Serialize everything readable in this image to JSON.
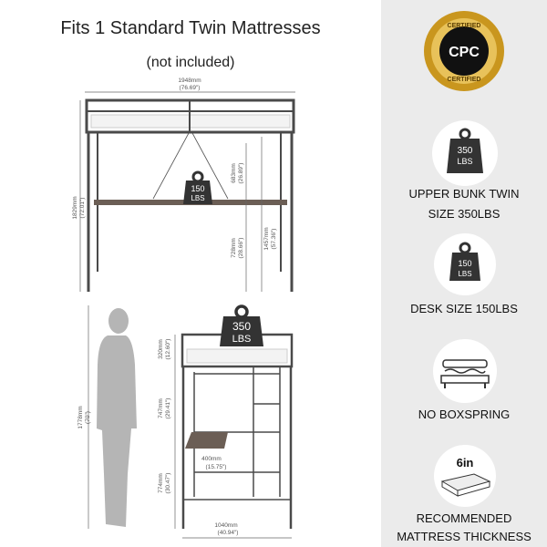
{
  "header": {
    "title": "Fits 1 Standard Twin  Mattresses",
    "subtitle": "(not included)"
  },
  "dimensions": {
    "width_front": "1948mm",
    "width_front_in": "(76.69\")",
    "height_total": "1829mm",
    "height_total_in": "(72.01\")",
    "desk_to_bed": "683mm",
    "desk_to_bed_in": "(26.89\")",
    "desk_height": "728mm",
    "desk_height_in": "(28.66\")",
    "underbed": "1457mm",
    "underbed_in": "(57.36\")",
    "person": "1778mm",
    "person_in": "(70\")",
    "rail": "320mm",
    "rail_in": "(12.60\")",
    "mid": "747mm",
    "mid_in": "(29.41\")",
    "desk_depth": "400mm",
    "desk_depth_in": "(15.75\")",
    "lower": "774mm",
    "lower_in": "(30.47\")",
    "depth": "1040mm",
    "depth_in": "(40.94\")"
  },
  "weights": {
    "desk": {
      "num": "150",
      "unit": "LBS"
    },
    "bunk": {
      "num": "350",
      "unit": "LBS"
    }
  },
  "badge": {
    "top": "CERTIFIED",
    "center": "CPC",
    "bottom": "CERTIFIED"
  },
  "features": [
    {
      "icon": "weight-350-icon",
      "num": "350",
      "unit": "LBS",
      "line1": "UPPER BUNK TWIN",
      "line2": "SIZE 350LBS"
    },
    {
      "icon": "weight-150-icon",
      "num": "150",
      "unit": "LBS",
      "line1": "DESK SIZE 150LBS"
    },
    {
      "icon": "boxspring-icon",
      "line1": "NO BOXSPRING"
    },
    {
      "icon": "mattress-icon",
      "num": "6in",
      "line1": "RECOMMENDED",
      "line2": "MATTRESS THICKNESS"
    }
  ],
  "colors": {
    "panel": "#ebebeb",
    "frame": "#4a4a4a",
    "desk": "#6b5e55",
    "gold": "#c9961e",
    "silhouette": "#b5b5b5"
  }
}
